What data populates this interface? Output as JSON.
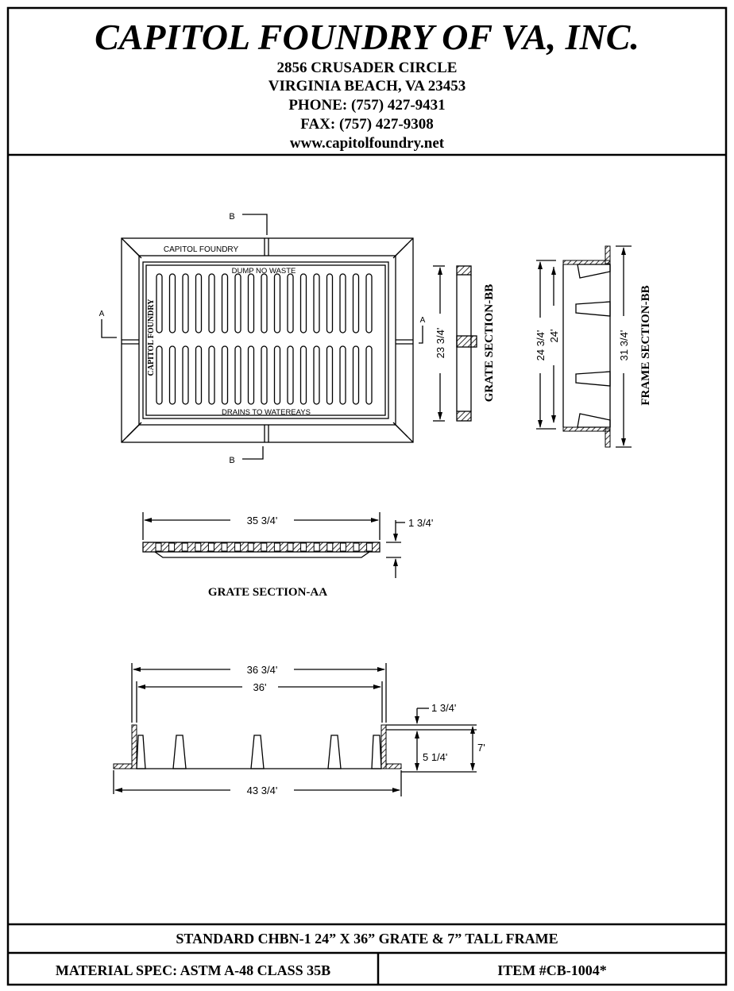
{
  "header": {
    "company": "CAPITOL FOUNDRY OF VA, INC.",
    "address1": "2856 CRUSADER CIRCLE",
    "address2": "VIRGINIA BEACH, VA 23453",
    "phone": "PHONE: (757) 427-9431",
    "fax": "FAX: (757) 427-9308",
    "website": "www.capitolfoundry.net"
  },
  "drawing": {
    "plan": {
      "frame_text": "CAPITOL FOUNDRY",
      "top_text": "DUMP NO WASTE",
      "bottom_text": "DRAINS TO WATEREAYS",
      "side_text": "CAPITOL FOUNDRY",
      "section_b": "B",
      "section_a": "A"
    },
    "grate_section_bb": {
      "label": "GRATE SECTION-BB",
      "dim": "23 3/4'"
    },
    "frame_section_bb": {
      "label": "FRAME SECTION-BB",
      "dim_outer": "24 3/4'",
      "dim_inner": "24'",
      "dim_flange": "31 3/4'"
    },
    "grate_section_aa": {
      "label": "GRATE SECTION-AA",
      "dim_length": "35 3/4'",
      "dim_thickness": "1 3/4'"
    },
    "frame_elevation": {
      "dim_outer": "36 3/4'",
      "dim_inner": "36'",
      "dim_top": "1 3/4'",
      "dim_mid": "5 1/4'",
      "dim_total": "7'",
      "dim_flange": "43 3/4'"
    }
  },
  "footer": {
    "title": "STANDARD CHBN-1 24” X 36” GRATE & 7” TALL FRAME",
    "material": "MATERIAL SPEC:  ASTM A-48 CLASS 35B",
    "item": "ITEM #CB-1004*"
  }
}
